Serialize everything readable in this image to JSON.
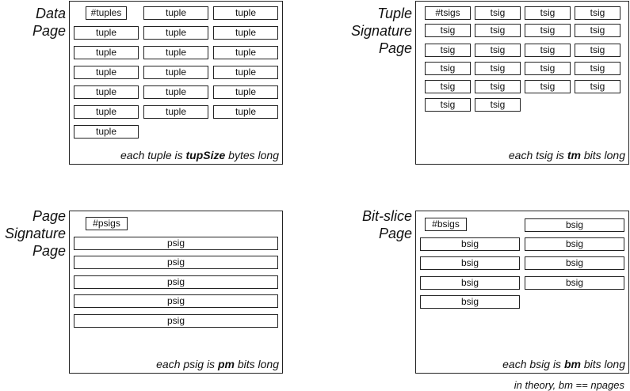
{
  "data_page": {
    "label_lines": [
      "Data",
      "Page"
    ],
    "count": "#tuples",
    "item": "tuple",
    "caption": {
      "pre": "each tuple is ",
      "bold": "tupSize",
      "post": " bytes long"
    }
  },
  "tuple_sig_page": {
    "label_lines": [
      "Tuple",
      "Signature",
      "Page"
    ],
    "count": "#tsigs",
    "item": "tsig",
    "caption": {
      "pre": "each tsig is ",
      "bold": "tm",
      "post": " bits long"
    }
  },
  "page_sig_page": {
    "label_lines": [
      "Page",
      "Signature",
      "Page"
    ],
    "count": "#psigs",
    "item": "psig",
    "caption": {
      "pre": "each psig is ",
      "bold": "pm",
      "post": " bits long"
    }
  },
  "bitslice_page": {
    "label_lines": [
      "Bit-slice",
      "Page"
    ],
    "count": "#bsigs",
    "item": "bsig",
    "caption": {
      "pre": "each bsig is ",
      "bold": "bm",
      "post": " bits long"
    }
  },
  "footnote": "in theory,  bm == npages"
}
